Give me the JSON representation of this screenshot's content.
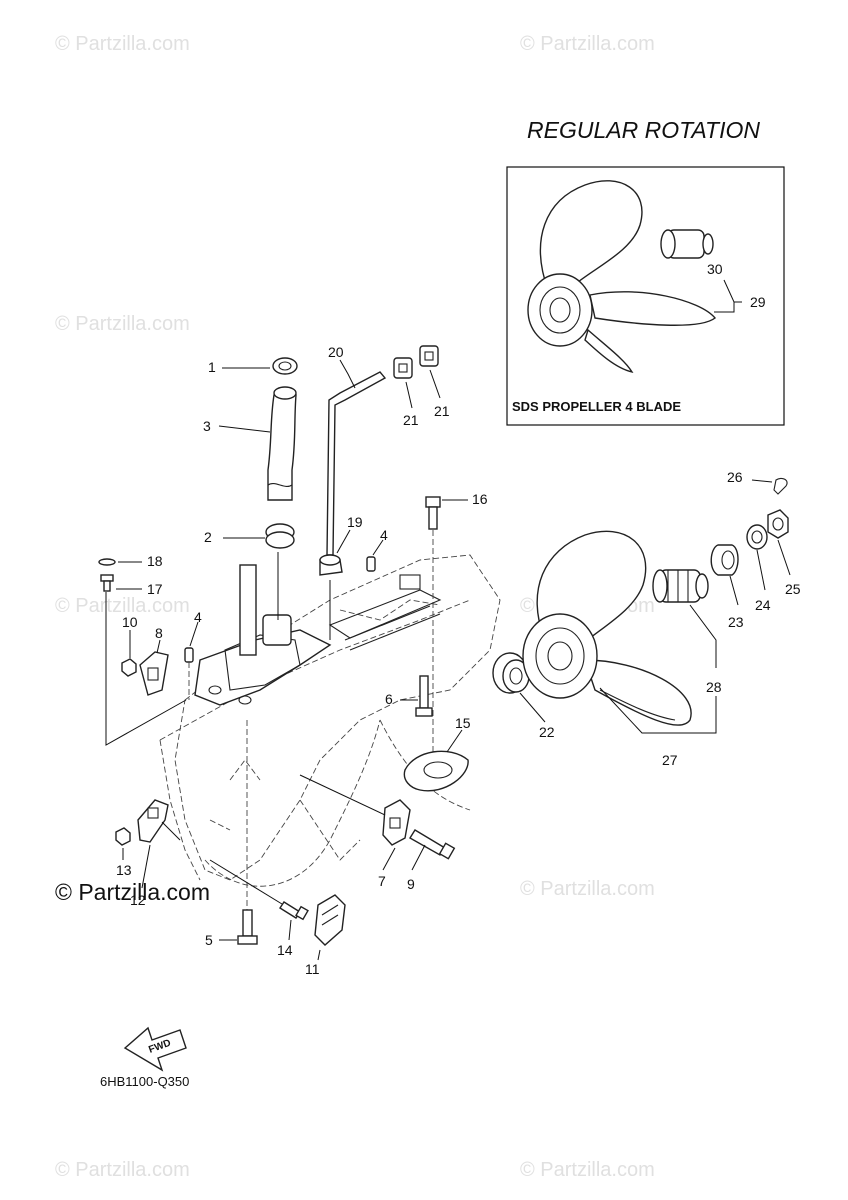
{
  "title": "REGULAR ROTATION",
  "inset_label": "SDS PROPELLER 4 BLADE",
  "diagram_code": "6HB1100-Q350",
  "fwd_label": "FWD",
  "watermark": "© Partzilla.com",
  "watermark_main": "© Partzilla.com",
  "callouts": {
    "c1": "1",
    "c2": "2",
    "c3": "3",
    "c4a": "4",
    "c4b": "4",
    "c5": "5",
    "c6": "6",
    "c7": "7",
    "c8": "8",
    "c9": "9",
    "c10": "10",
    "c11": "11",
    "c12": "12",
    "c13": "13",
    "c14": "14",
    "c15": "15",
    "c16": "16",
    "c17": "17",
    "c18": "18",
    "c19": "19",
    "c20": "20",
    "c21a": "21",
    "c21b": "21",
    "c22": "22",
    "c23": "23",
    "c24": "24",
    "c25": "25",
    "c26": "26",
    "c27": "27",
    "c28": "28",
    "c29": "29",
    "c30": "30"
  }
}
